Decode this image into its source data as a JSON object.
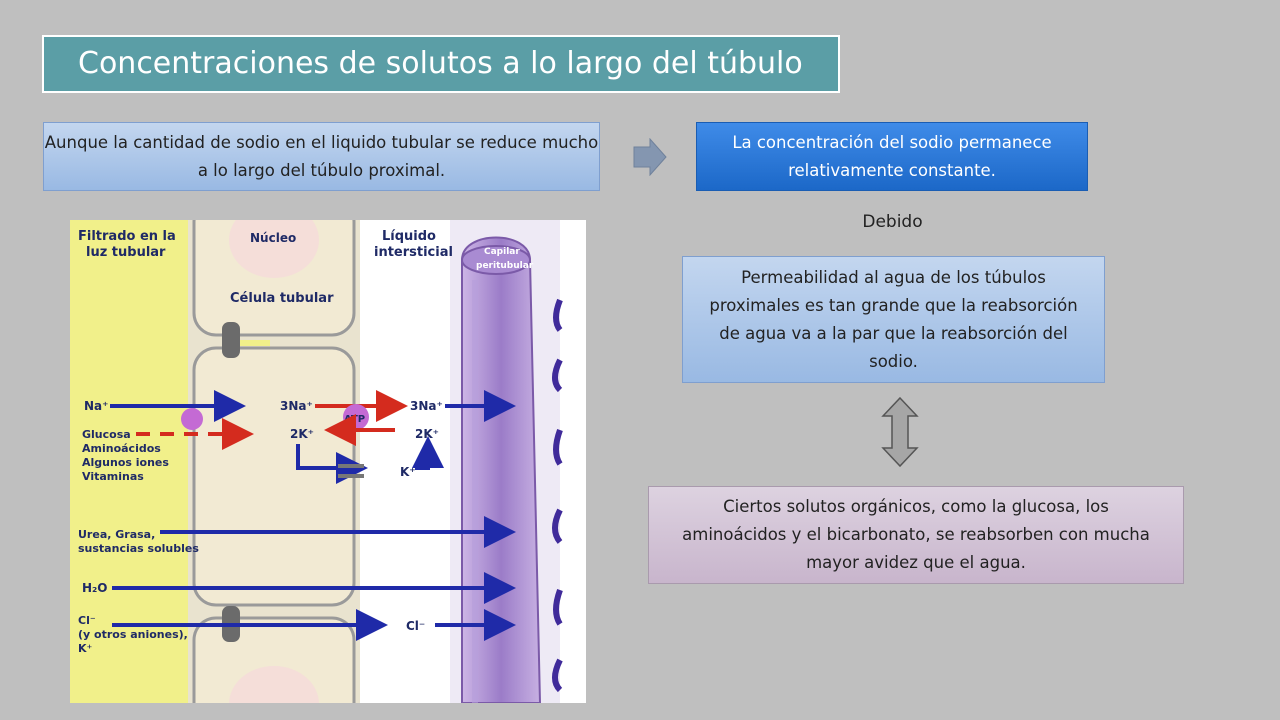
{
  "title": "Concentraciones de solutos a lo largo del túbulo",
  "box_sodium_reduction": "Aunque la cantidad de sodio en el liquido tubular se reduce mucho a lo largo del túbulo proximal.",
  "box_sodium_constant": "La concentración del sodio permanece relativamente constante.",
  "label_debido": "Debido",
  "box_permeability": "Permeabilidad al agua de los túbulos proximales es tan grande que la reabsorción de agua va a la par que la reabsorción del sodio.",
  "box_organic": "Ciertos solutos orgánicos, como la glucosa, los aminoácidos y el bicarbonato, se reabsorben con mucha mayor avidez que el agua.",
  "diagram": {
    "lumen_label_1": "Filtrado en la",
    "lumen_label_2": "luz tubular",
    "nucleus_label": "Núcleo",
    "cell_label": "Célula tubular",
    "interstitial_label_1": "Líquido",
    "interstitial_label_2": "intersticial",
    "capillary_label_1": "Capilar",
    "capillary_label_2": "peritubular",
    "na_label": "Na⁺",
    "na3_left": "3Na⁺",
    "atp_label": "ATP",
    "na3_right": "3Na⁺",
    "k2_left": "2K⁺",
    "k2_right": "2K⁺",
    "k_channel": "K⁺",
    "glucose_1": "Glucosa",
    "glucose_2": "Aminoácidos",
    "glucose_3": "Algunos iones",
    "glucose_4": "Vitaminas",
    "urea_1": "Urea, Grasa,",
    "urea_2": "sustancias solubles",
    "h2o": "H₂O",
    "cl_1": "Cl⁻",
    "cl_2": "(y otros aniones),",
    "cl_3": "K⁺",
    "cl_right": "Cl⁻"
  },
  "colors": {
    "title_bg": "#5b9ea6",
    "blue_box": "#99b9e3",
    "highlight_box": "#1c68c8",
    "organic_box": "#c8b5cc",
    "arrow_blue": "#1f2aa8",
    "arrow_red": "#d42b1e",
    "lumen_yellow": "#f1f08a",
    "cell_tan": "#f2ead3",
    "capillary_purple": "#9b7cc8"
  },
  "icons": [
    "right-arrow-icon",
    "double-vertical-arrow-icon"
  ]
}
